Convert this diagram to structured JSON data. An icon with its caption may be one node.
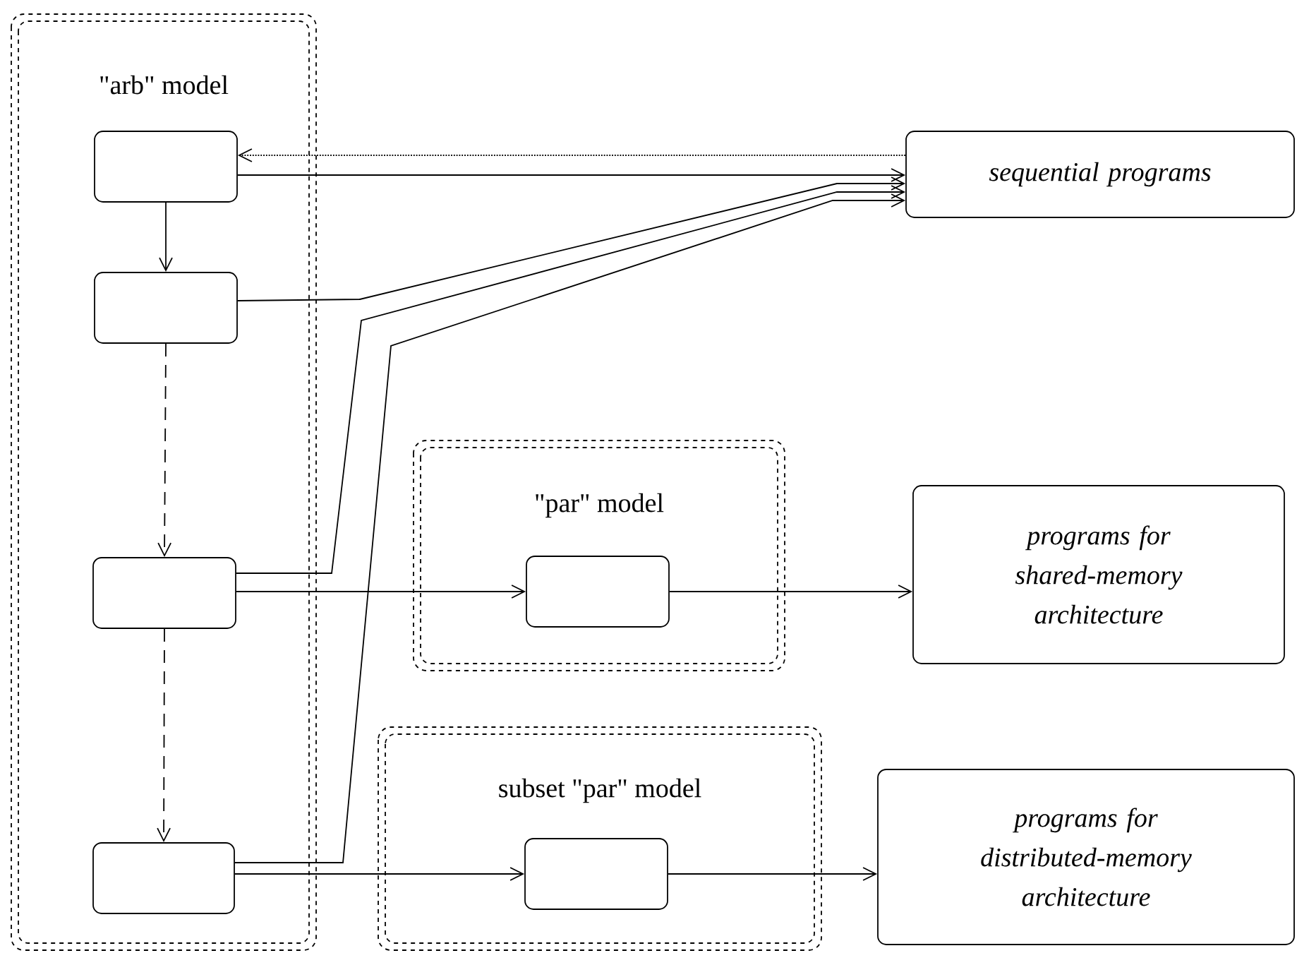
{
  "diagram": {
    "nodes": [
      {
        "text": [
          "\"arb\" model"
        ]
      },
      {
        "text": [],
        "shape": "box",
        "in": 0
      },
      {
        "text": [],
        "shape": "box",
        "in": 0
      },
      {
        "text": [],
        "shape": "box",
        "in": 0
      },
      {
        "text": [],
        "shape": "box",
        "in": 0
      },
      {
        "text": [
          "sequential programs"
        ]
      },
      {
        "text": [
          "\"par\" model"
        ]
      },
      {
        "text": [],
        "shape": "box",
        "in": 6
      },
      {
        "text": [
          "programs for shared-memory architecture"
        ]
      },
      {
        "text": [
          "subset \"par\" model"
        ]
      },
      {
        "text": [],
        "shape": "box",
        "in": 9
      },
      {
        "text": [
          "programs for distributed-memory architecture"
        ]
      }
    ],
    "edges": [
      {
        "from": 5,
        "to": 1,
        "arrow": "to",
        "style": "dashed"
      },
      {
        "from": 1,
        "to": 5,
        "arrow": "to"
      },
      {
        "from": 2,
        "to": 5,
        "arrow": "to"
      },
      {
        "from": 3,
        "to": 5,
        "arrow": "to"
      },
      {
        "from": 4,
        "to": 5,
        "arrow": "to"
      },
      {
        "from": 1,
        "to": 2,
        "arrow": "to"
      },
      {
        "from": 2,
        "to": 3,
        "arrow": "to",
        "style": "dashed"
      },
      {
        "from": 3,
        "to": 4,
        "arrow": "to",
        "style": "dashed"
      },
      {
        "from": 3,
        "to": 7,
        "arrow": "to"
      },
      {
        "from": 7,
        "to": 8,
        "arrow": "to"
      },
      {
        "from": 4,
        "to": 10,
        "arrow": "to"
      },
      {
        "from": 10,
        "to": 11,
        "arrow": "to"
      }
    ]
  }
}
